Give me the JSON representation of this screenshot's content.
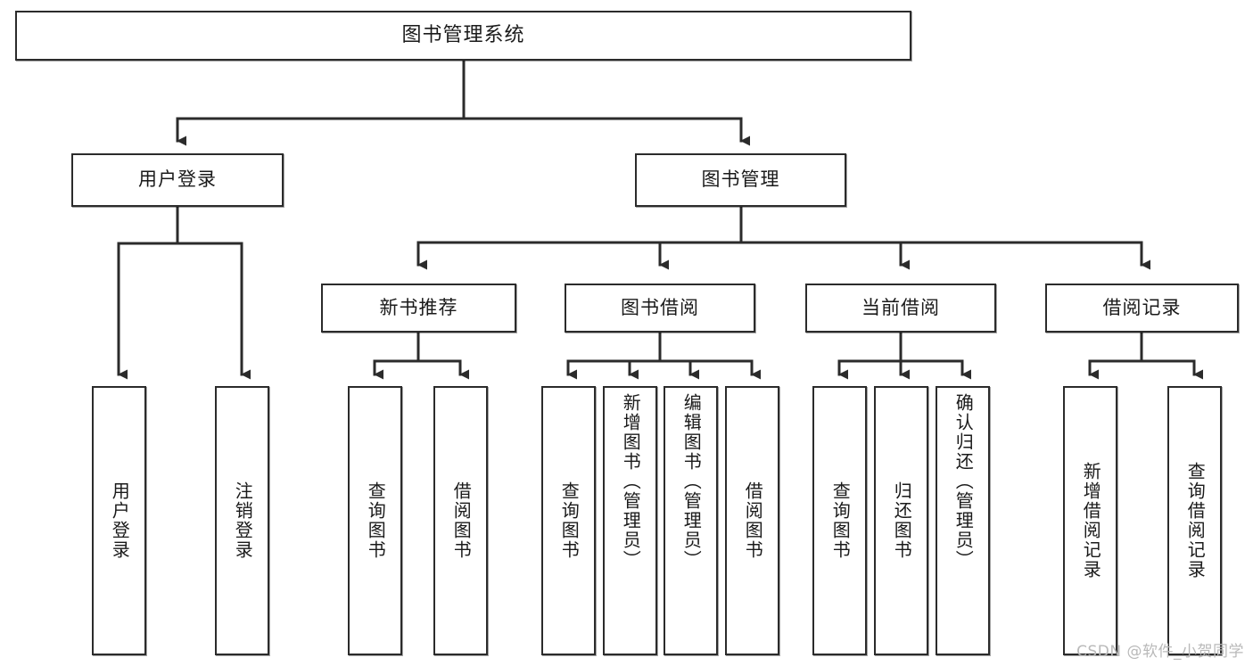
{
  "diagram": {
    "title": "图书管理系统",
    "type": "tree-hierarchy",
    "root": {
      "label": "图书管理系统"
    },
    "level2": [
      {
        "label": "用户登录"
      },
      {
        "label": "图书管理"
      }
    ],
    "level3": [
      {
        "label": "新书推荐"
      },
      {
        "label": "图书借阅"
      },
      {
        "label": "当前借阅"
      },
      {
        "label": "借阅记录"
      }
    ],
    "leaves": {
      "user_login": [
        {
          "label": "用户登录"
        },
        {
          "label": "注销登录"
        }
      ],
      "new_book_recommend": [
        {
          "label": "查询图书"
        },
        {
          "label": "借阅图书"
        }
      ],
      "book_borrow": [
        {
          "label": "查询图书"
        },
        {
          "label": "新增图书（管理员）"
        },
        {
          "label": "编辑图书（管理员）"
        },
        {
          "label": "借阅图书"
        }
      ],
      "current_borrow": [
        {
          "label": "查询图书"
        },
        {
          "label": "归还图书"
        },
        {
          "label": "确认归还（管理员）"
        }
      ],
      "borrow_record": [
        {
          "label": "新增借阅记录"
        },
        {
          "label": "查询借阅记录"
        }
      ]
    }
  },
  "watermark": {
    "text": "CSDN @软件_小贺同学"
  },
  "colors": {
    "stroke": "#2b2b2b",
    "box_fill": "#ffffff",
    "text": "#1a1a1a",
    "watermark": "#b9b9b9",
    "background": "#ffffff"
  }
}
